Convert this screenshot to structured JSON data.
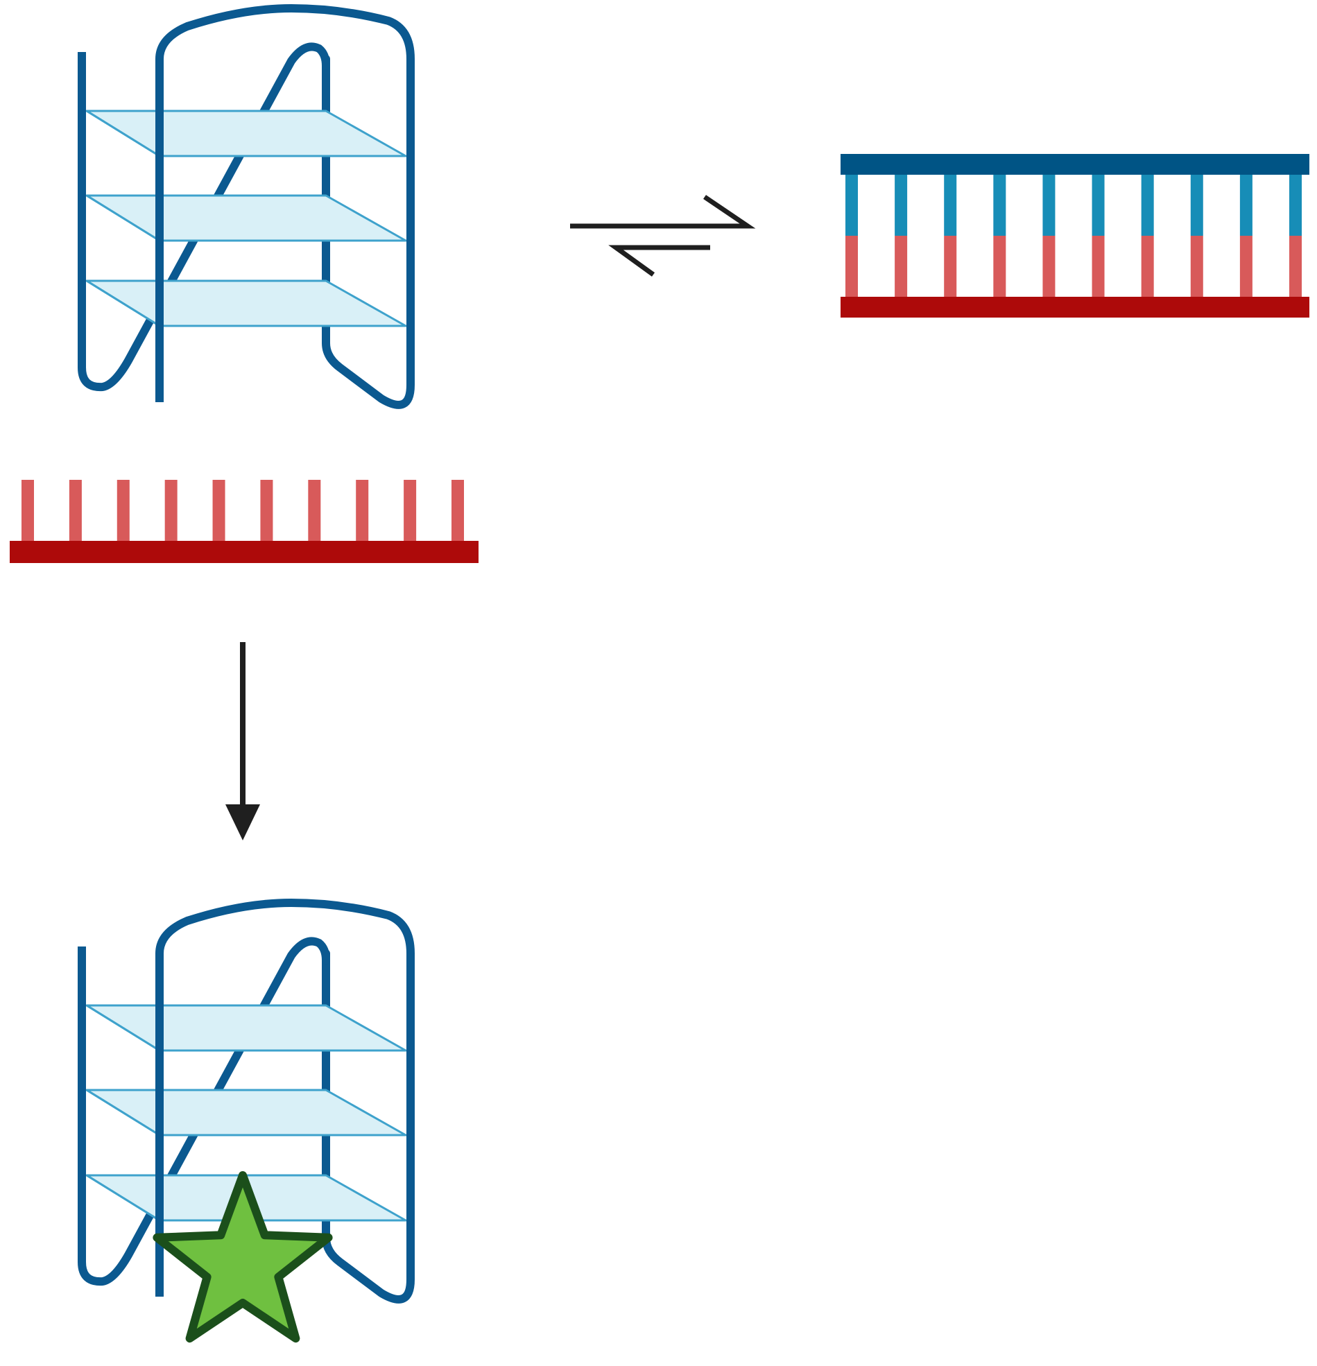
{
  "colors": {
    "background": "#ffffff",
    "strand_blue": "#0b5990",
    "quartet_fill": "#d9f0f7",
    "quartet_edge": "#3ea2cc",
    "duplex_top": "#005485",
    "duplex_blue_teeth": "#178db7",
    "red_backbone": "#ad0a0a",
    "red_teeth": "#d85a5a",
    "arrow": "#1f1f1f",
    "star_fill": "#6fc040",
    "star_edge": "#1b4f1b"
  },
  "diagram": {
    "components": [
      "g-quadruplex-top",
      "reversible-equilibrium-arrows",
      "dna-duplex",
      "complementary-strand",
      "reaction-arrow",
      "g-quadruplex-with-fluorophore"
    ],
    "duplex_base_pairs": 10,
    "single_strand_bases": 10,
    "quadruplex_tetrad_layers": 3,
    "fluorophore_icon": "star-icon"
  }
}
